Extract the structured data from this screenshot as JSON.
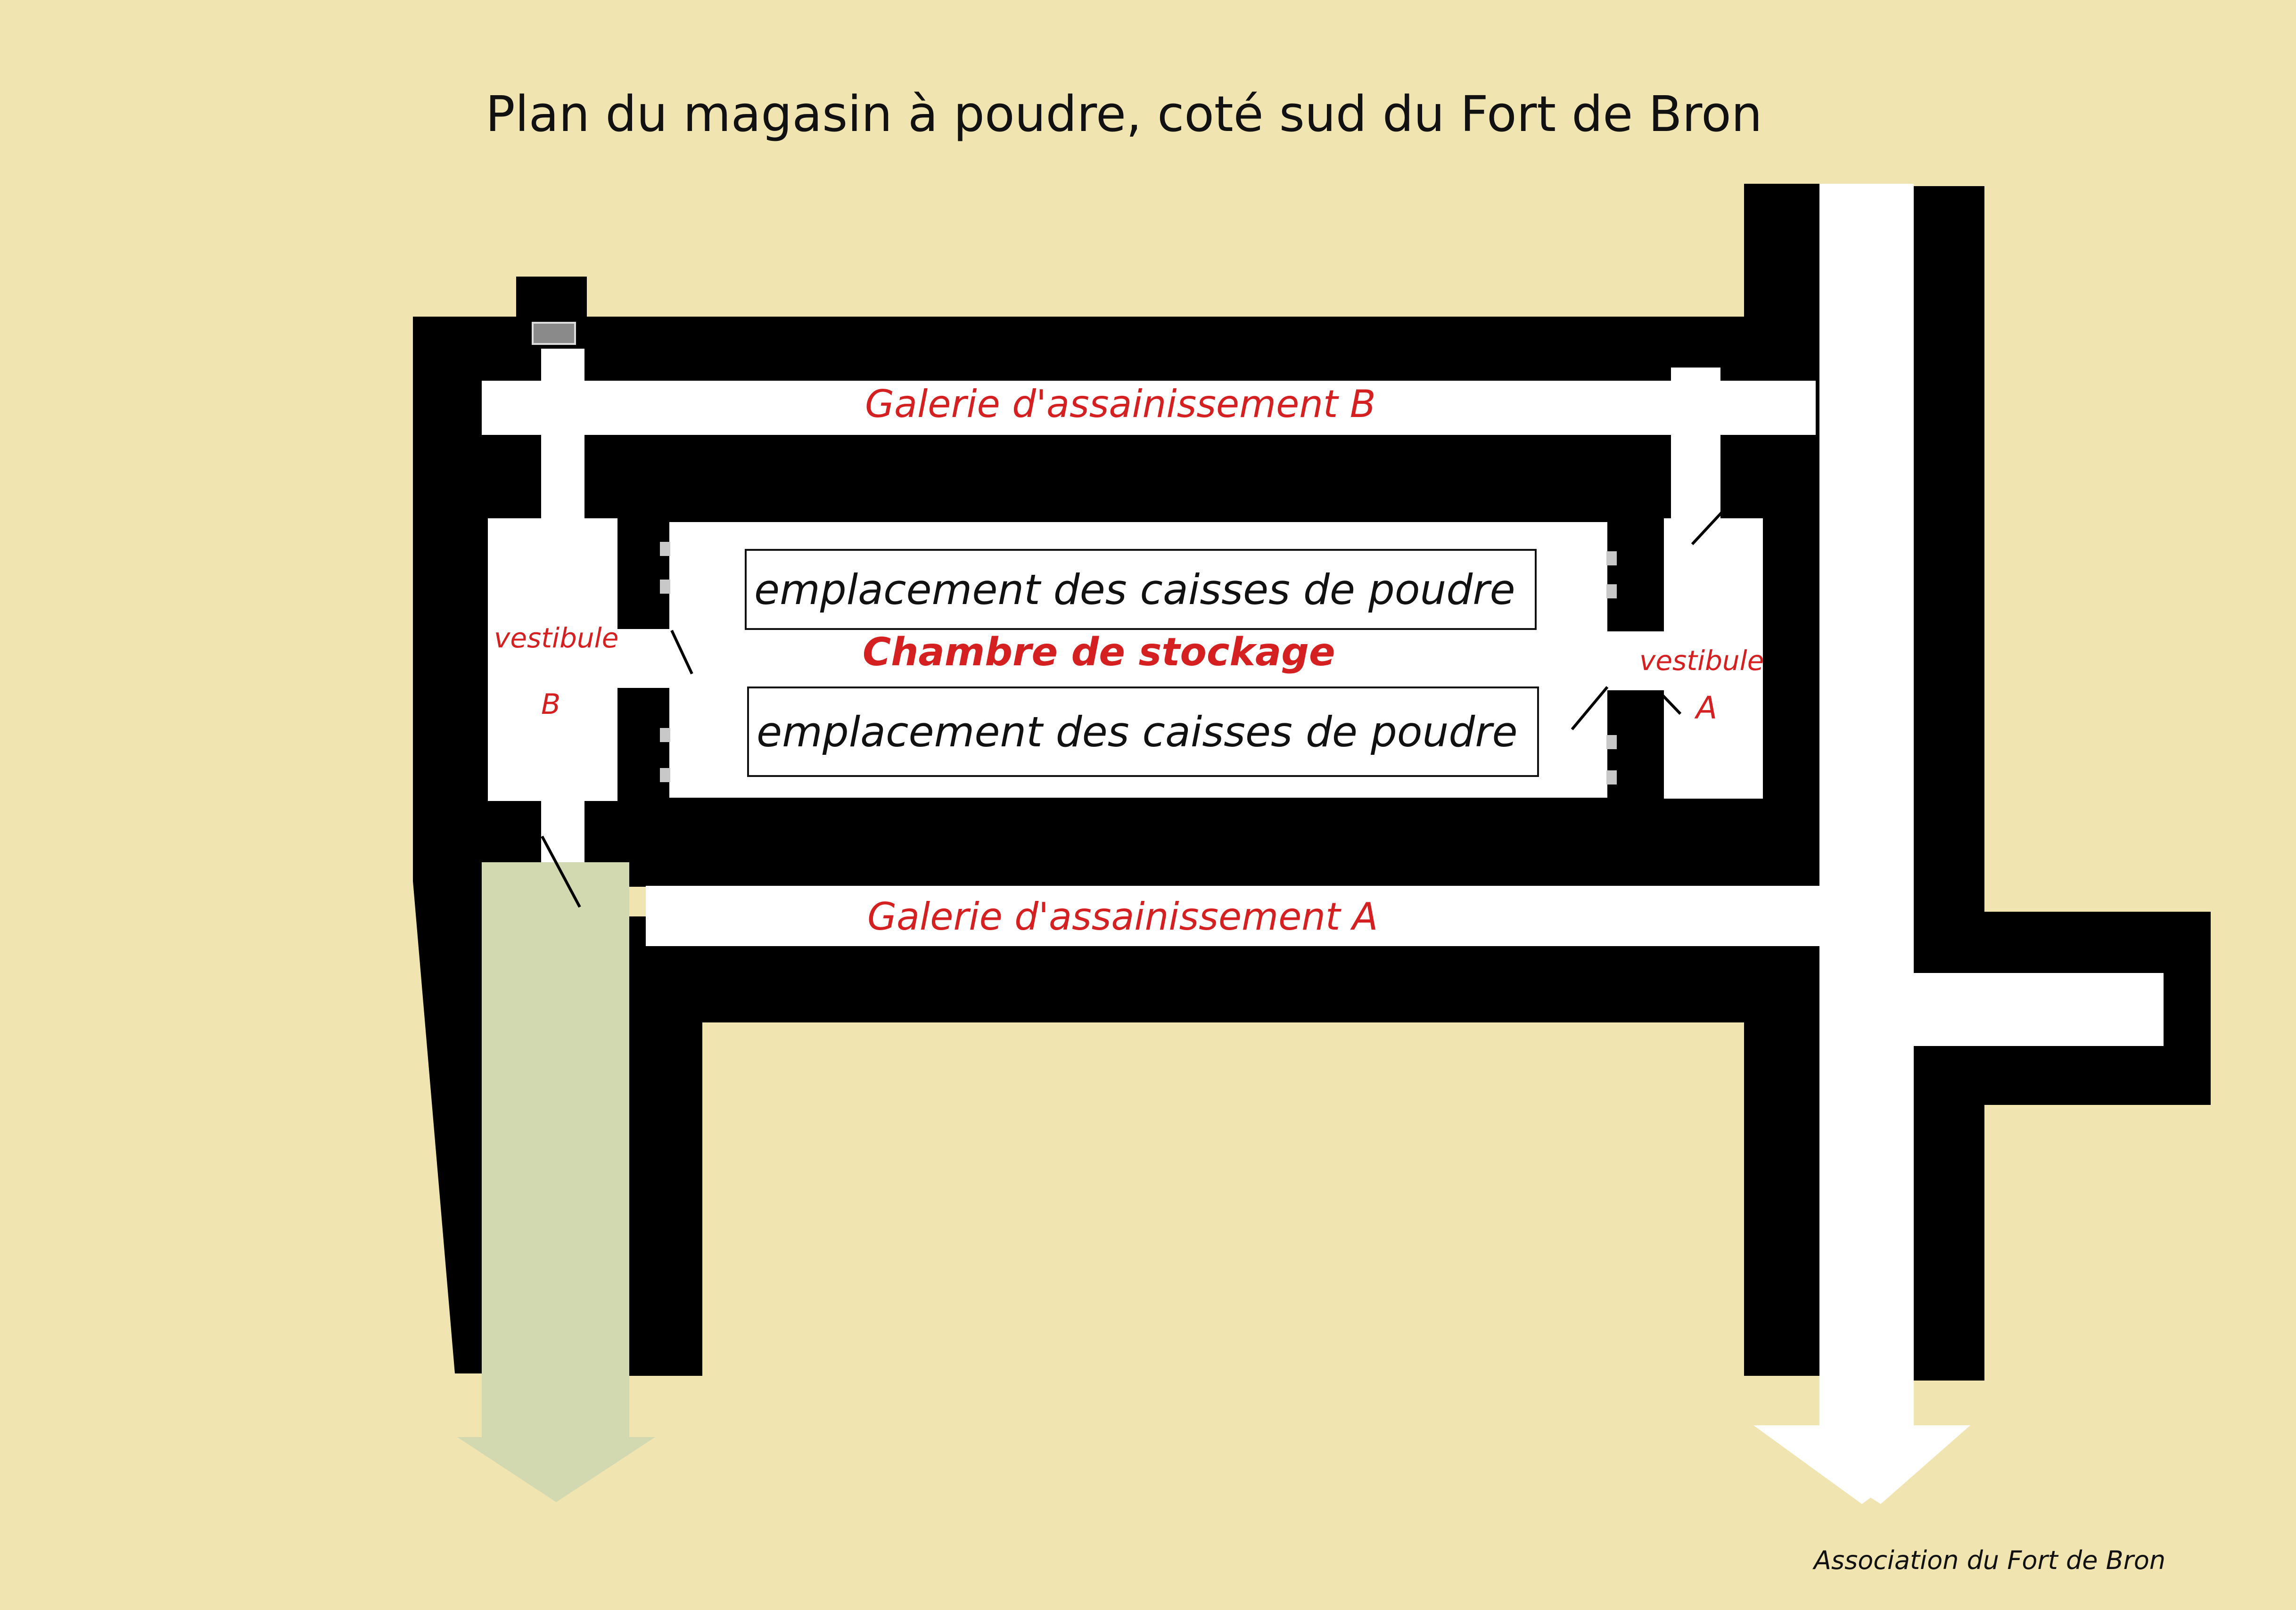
{
  "title": "Plan du magasin à poudre, coté sud du Fort de Bron",
  "labels": {
    "galerie_b": "Galerie d'assainissement B",
    "galerie_a": "Galerie d'assainissement A",
    "chambre": "Chambre de stockage",
    "vestibule_b_word": "vestibule",
    "vestibule_b_letter": "B",
    "vestibule_a_word": "vestibule",
    "vestibule_a_letter": "A",
    "caisses_top": "emplacement des caisses de poudre",
    "caisses_bottom": "emplacement des caisses de poudre"
  },
  "credit": "Association du Fort de Bron",
  "colors": {
    "background": "#f0e4b0",
    "wall": "#000000",
    "passage": "#ffffff",
    "label_red": "#d42020",
    "green_arrow": "#d2d8b0"
  }
}
